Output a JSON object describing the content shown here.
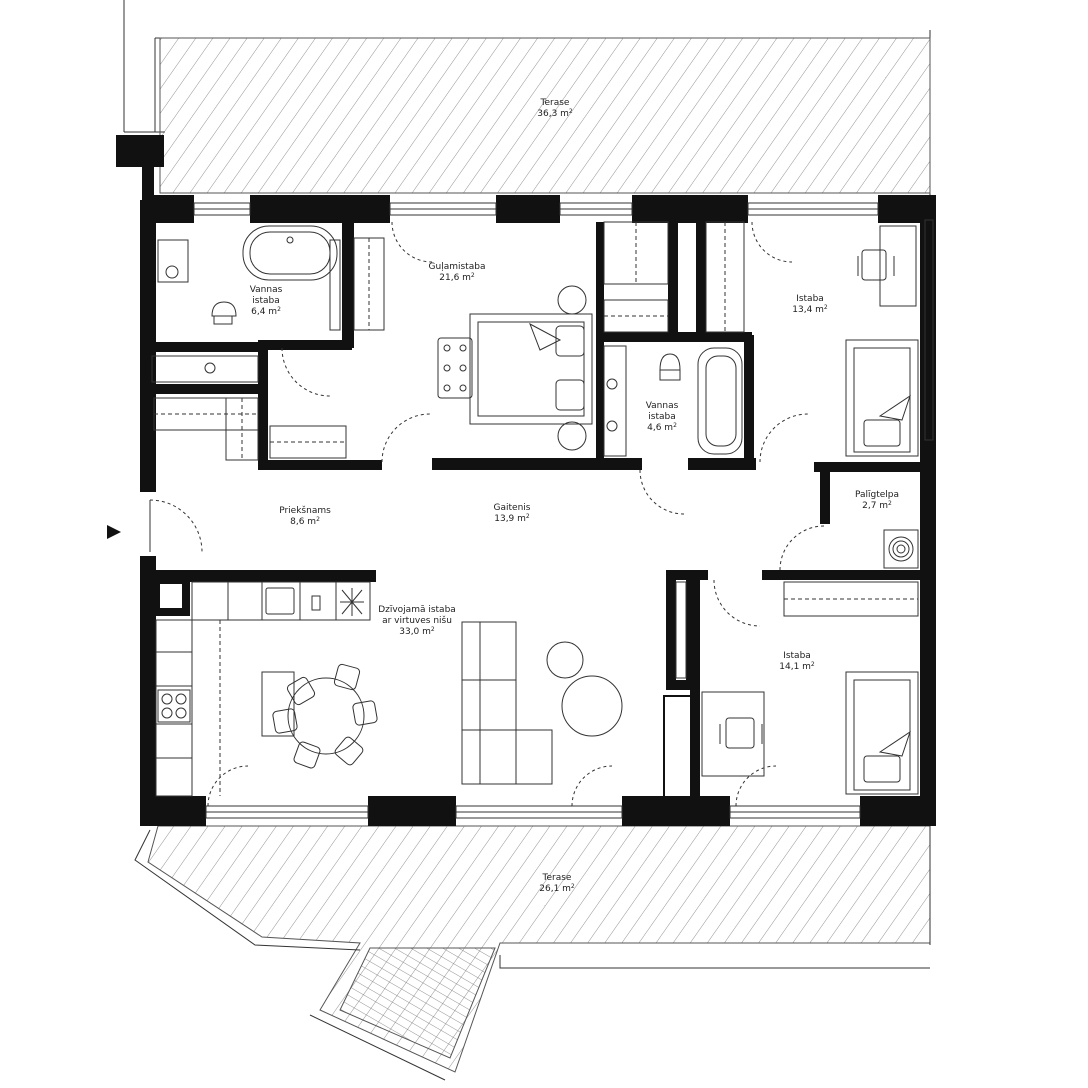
{
  "rooms": {
    "terrace_top": {
      "name": "Terase",
      "area": "36,3 m",
      "unit_sup": "2"
    },
    "bath1": {
      "name_line1": "Vannas",
      "name_line2": "istaba",
      "area": "6,4 m",
      "unit_sup": "2"
    },
    "bedroom": {
      "name": "Guļamistaba",
      "area": "21,6 m",
      "unit_sup": "2"
    },
    "room1": {
      "name": "Istaba",
      "area": "13,4 m",
      "unit_sup": "2"
    },
    "bath2": {
      "name_line1": "Vannas",
      "name_line2": "istaba",
      "area": "4,6 m",
      "unit_sup": "2"
    },
    "hall": {
      "name": "Priekšnams",
      "area": "8,6 m",
      "unit_sup": "2"
    },
    "corridor": {
      "name": "Gaitenis",
      "area": "13,9 m",
      "unit_sup": "2"
    },
    "utility": {
      "name": "Palīgtelpa",
      "area": "2,7 m",
      "unit_sup": "2"
    },
    "living": {
      "name_line1": "Dzīvojamā istaba",
      "name_line2": "ar virtuves nišu",
      "area": "33,0 m",
      "unit_sup": "2"
    },
    "room2": {
      "name": "Istaba",
      "area": "14,1 m",
      "unit_sup": "2"
    },
    "terrace_bottom": {
      "name": "Terase",
      "area": "26,1 m",
      "unit_sup": "2"
    }
  },
  "icons": {
    "entrance": "entrance-arrow-icon"
  },
  "colors": {
    "wall": "#111111",
    "line": "#333333",
    "hatch": "#777777",
    "background": "#ffffff"
  }
}
